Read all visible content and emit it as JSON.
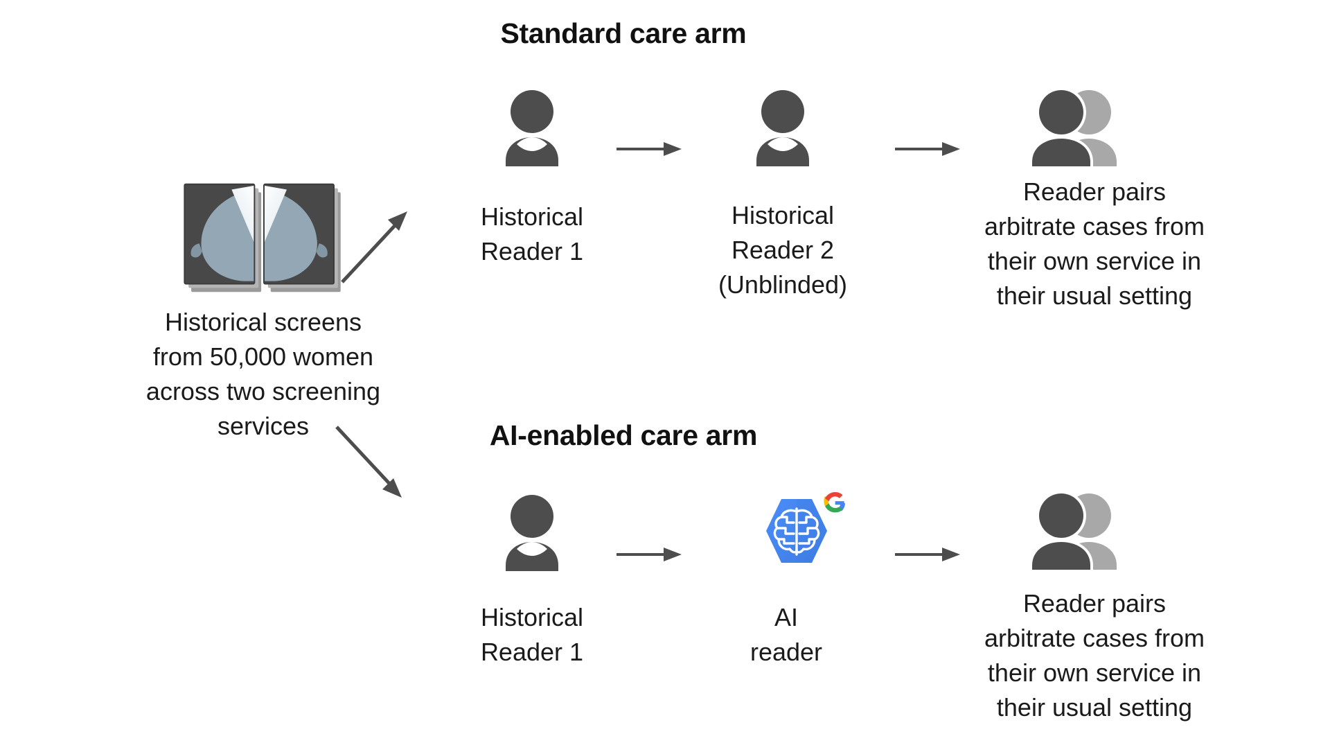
{
  "diagram": {
    "title_standard": "Standard care arm",
    "title_ai": "AI-enabled care arm",
    "source": {
      "icon": "mammogram-stack-icon",
      "caption_line1": "Historical screens",
      "caption_line2": "from 50,000 women",
      "caption_line3": "across two screening",
      "caption_line4": "services",
      "caption_full": "Historical screens from 50,000 women across two screening services",
      "cohort_size": "50,000"
    },
    "standard_arm": {
      "label": "Standard care arm",
      "steps": [
        {
          "icon": "person-icon",
          "line1": "Historical",
          "line2": "Reader 1",
          "line3": ""
        },
        {
          "icon": "person-icon",
          "line1": "Historical",
          "line2": "Reader 2",
          "line3": "(Unblinded)"
        },
        {
          "icon": "two-people-icon",
          "line1": "Reader pairs",
          "line2": "arbitrate cases from",
          "line3": "their own service in",
          "line4": "their usual setting"
        }
      ]
    },
    "ai_arm": {
      "label": "AI-enabled care arm",
      "steps": [
        {
          "icon": "person-icon",
          "line1": "Historical",
          "line2": "Reader 1",
          "line3": ""
        },
        {
          "icon": "google-ai-hexagon-icon",
          "line1": "AI",
          "line2": "reader",
          "line3": ""
        },
        {
          "icon": "two-people-icon",
          "line1": "Reader pairs",
          "line2": "arbitrate cases from",
          "line3": "their own service in",
          "line4": "their usual setting"
        }
      ]
    },
    "colors": {
      "person_dark": "#4d4d4d",
      "person_light": "#a8a8a8",
      "arrow": "#4d4d4d",
      "ai_blue": "#4285f4",
      "ai_blue_dark": "#3b78e7",
      "film_dark": "#484848",
      "tissue": "#93a7b5",
      "google_blue": "#4285f4",
      "google_red": "#ea4335",
      "google_yellow": "#fbbc05",
      "google_green": "#34a853",
      "text": "#1a1a1a",
      "background": "#ffffff"
    }
  }
}
